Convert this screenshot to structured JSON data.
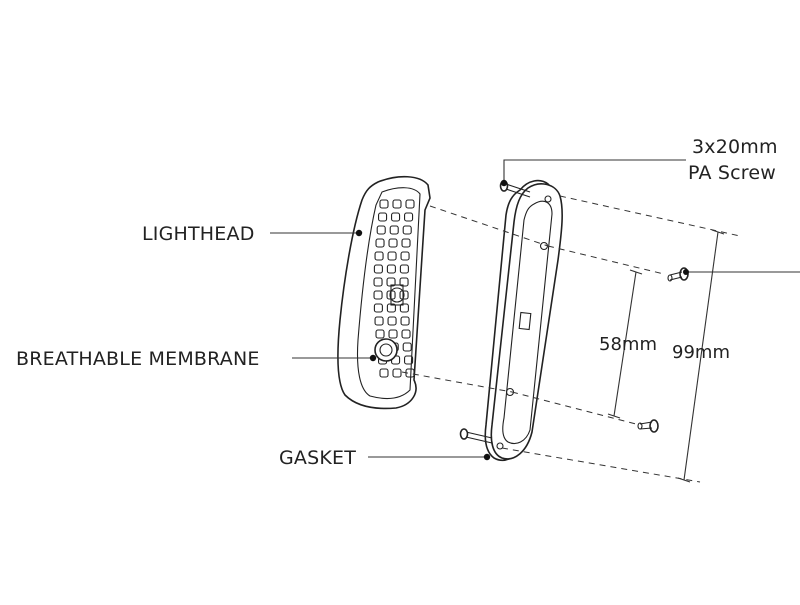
{
  "labels": {
    "lighthead": "LIGHTHEAD",
    "breathable_membrane": "BREATHABLE MEMBRANE",
    "gasket": "GASKET",
    "screw_line1": "3x20mm",
    "screw_line2": "PA Screw"
  },
  "dimensions": {
    "inner": "58mm",
    "outer": "99mm"
  },
  "colors": {
    "line": "#222222",
    "background": "#ffffff"
  }
}
